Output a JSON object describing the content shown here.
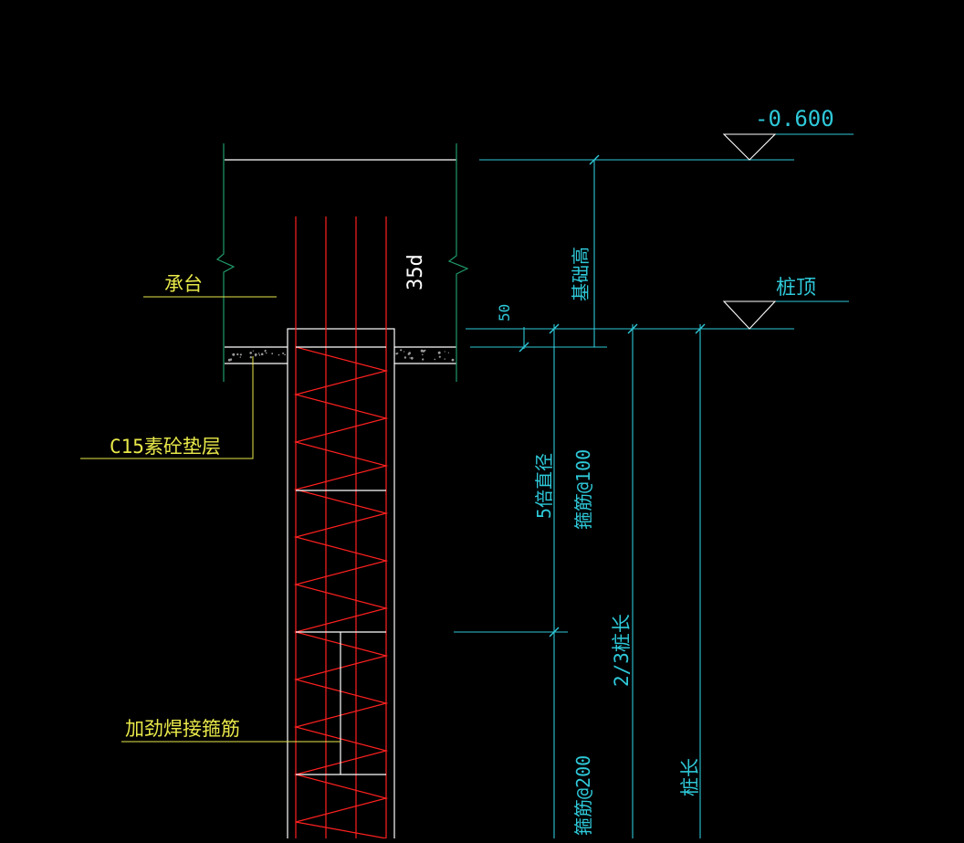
{
  "colors": {
    "background": "#000000",
    "white": "#ffffff",
    "green": "#1f9a6a",
    "yellow": "#e8e84a",
    "cyan": "#2ec8d8",
    "red": "#ff2020",
    "gray": "#9a9a9a"
  },
  "labels": {
    "elevation": "-0.600",
    "foundation_height": "基础高",
    "pile_top": "桩顶",
    "cap": "承台",
    "anchor_35d": "35d",
    "dim_50": "50",
    "five_diam": "5倍直径",
    "stirrup_100": "箍筋@100",
    "two_thirds": "2/3桩长",
    "cushion": "C15素砼垫层",
    "stiffener": "加劲焊接箍筋",
    "stirrup_200": "箍筋@200",
    "pile_length": "桩长"
  },
  "icons": {
    "elevation_marker": "triangle-down-icon",
    "pile_top_marker": "triangle-down-icon",
    "break_symbol": "zigzag-break-icon"
  }
}
